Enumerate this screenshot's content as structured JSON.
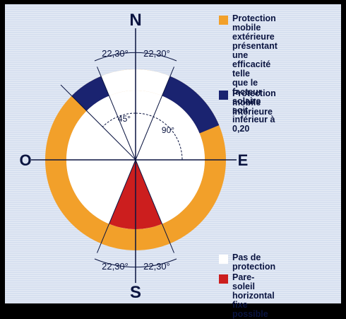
{
  "compass": {
    "north": "N",
    "south": "S",
    "east": "E",
    "west": "O"
  },
  "angles": {
    "top_left": "22,30°",
    "top_right": "22,30°",
    "bottom_left": "22,30°",
    "bottom_right": "22,30°",
    "inner_45": "45°",
    "inner_90": "90°"
  },
  "legend": {
    "exterior": "Protection mobile\nextérieure présentant\nune efficacité telle\nque le facteur solaire\nsoit inférieur à 0,20",
    "interior": "Protection mobile\nintérieure",
    "none": "Pas de protection",
    "horizontal": "Pare-soleil horizontal\nfixe possible"
  },
  "colors": {
    "exterior": "#f2a02a",
    "interior": "#1a2370",
    "none": "#ffffff",
    "horizontal": "#cc1e1e"
  }
}
